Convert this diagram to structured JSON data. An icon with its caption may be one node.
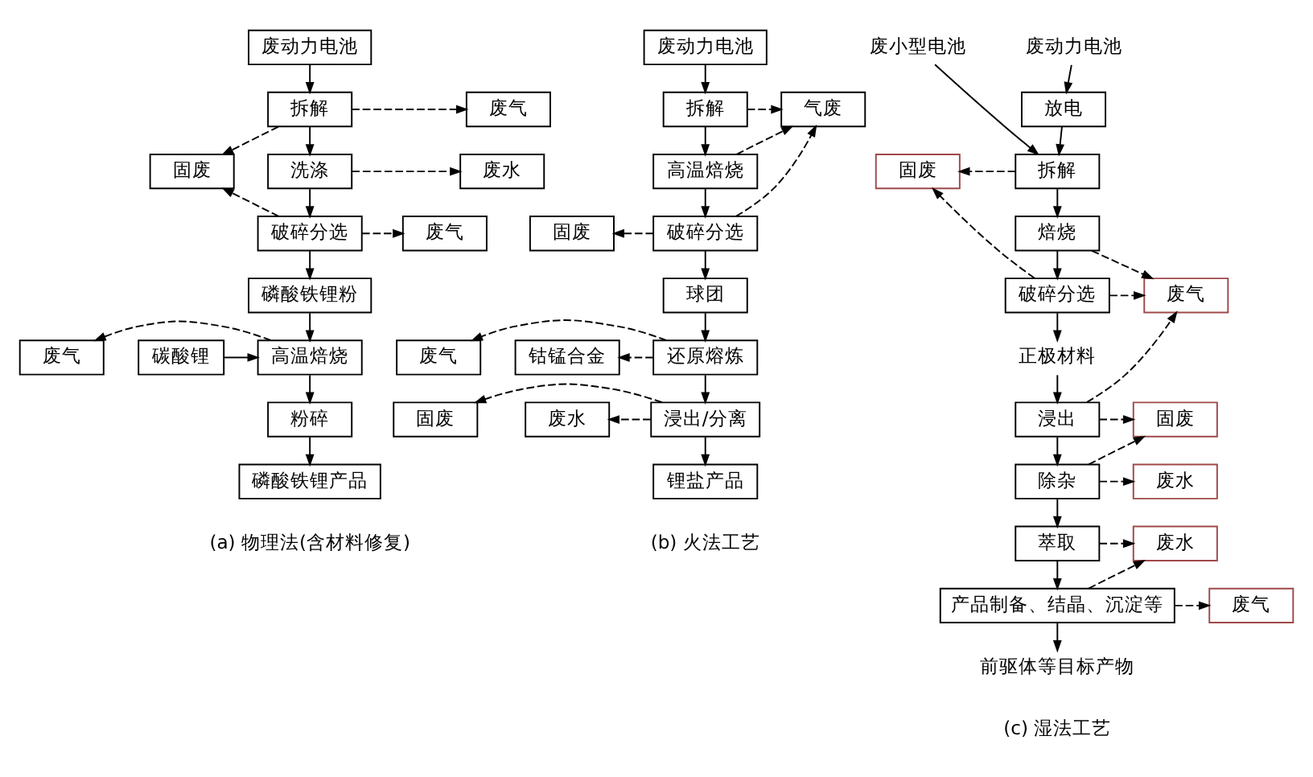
{
  "diagram": {
    "nodes": [
      {
        "text": [
          "废动力电池"
        ]
      },
      {
        "text": [
          "拆解"
        ]
      },
      {
        "text": [
          "废气"
        ]
      },
      {
        "text": [
          "固废"
        ]
      },
      {
        "text": [
          "洗涤"
        ]
      },
      {
        "text": [
          "废水"
        ]
      },
      {
        "text": [
          "破碎分选"
        ]
      },
      {
        "text": [
          "废气"
        ]
      },
      {
        "text": [
          "磷酸铁锂粉"
        ]
      },
      {
        "text": [
          "碳酸锂"
        ]
      },
      {
        "text": [
          "高温焙烧"
        ]
      },
      {
        "text": [
          "废气"
        ]
      },
      {
        "text": [
          "粉碎"
        ]
      },
      {
        "text": [
          "磷酸铁锂产品"
        ]
      },
      {
        "text": [
          "废动力电池"
        ]
      },
      {
        "text": [
          "拆解"
        ]
      },
      {
        "text": [
          "高温焙烧"
        ]
      },
      {
        "text": [
          "气废"
        ]
      },
      {
        "text": [
          "固废"
        ]
      },
      {
        "text": [
          "破碎分选"
        ]
      },
      {
        "text": [
          "球团"
        ]
      },
      {
        "text": [
          "废气"
        ]
      },
      {
        "text": [
          "还原熔炼"
        ]
      },
      {
        "text": [
          "钴锰合金"
        ]
      },
      {
        "text": [
          "固废"
        ]
      },
      {
        "text": [
          "浸出/分离"
        ]
      },
      {
        "text": [
          "废水"
        ]
      },
      {
        "text": [
          "锂盐产品"
        ]
      },
      {
        "text": [
          "废动力电池"
        ]
      },
      {
        "text": [
          "废小型电池"
        ]
      },
      {
        "text": [
          "放电"
        ]
      },
      {
        "text": [
          "固废"
        ]
      },
      {
        "text": [
          "拆解"
        ]
      },
      {
        "text": [
          "焙烧"
        ]
      },
      {
        "text": [
          "破碎分选"
        ]
      },
      {
        "text": [
          "废气"
        ]
      },
      {
        "text": [
          "正极材料"
        ]
      },
      {
        "text": [
          "固废"
        ]
      },
      {
        "text": [
          "浸出"
        ]
      },
      {
        "text": [
          "除杂"
        ]
      },
      {
        "text": [
          "废水"
        ]
      },
      {
        "text": [
          "萃取"
        ]
      },
      {
        "text": [
          "废水"
        ]
      },
      {
        "text": [
          "产品制备、结晶、沉淀等"
        ]
      },
      {
        "text": [
          "废气"
        ]
      },
      {
        "text": [
          "前驱体等目标产物"
        ]
      }
    ],
    "edges": [
      {
        "from": 0,
        "to": 1,
        "arrow": "to"
      },
      {
        "from": 1,
        "to": 2,
        "arrow": "to",
        "style": "dashed"
      },
      {
        "from": 1,
        "to": 3,
        "arrow": "to",
        "style": "dashed"
      },
      {
        "from": 1,
        "to": 4,
        "arrow": "to"
      },
      {
        "from": 4,
        "to": 5,
        "arrow": "to",
        "style": "dashed"
      },
      {
        "from": 4,
        "to": 6,
        "arrow": "to"
      },
      {
        "from": 6,
        "to": 7,
        "arrow": "to",
        "style": "dashed"
      },
      {
        "from": 6,
        "to": 3,
        "arrow": "to",
        "style": "dashed"
      },
      {
        "from": 6,
        "to": 8,
        "arrow": "to"
      },
      {
        "from": 8,
        "to": 10,
        "arrow": "to"
      },
      {
        "from": 9,
        "to": 10,
        "arrow": "to"
      },
      {
        "from": 10,
        "to": 11,
        "arrow": "to",
        "style": "dashed"
      },
      {
        "from": 10,
        "to": 12,
        "arrow": "to"
      },
      {
        "from": 12,
        "to": 13,
        "arrow": "to"
      },
      {
        "from": 14,
        "to": 15,
        "arrow": "to"
      },
      {
        "from": 15,
        "to": 17,
        "arrow": "to",
        "style": "dashed"
      },
      {
        "from": 15,
        "to": 16,
        "arrow": "to"
      },
      {
        "from": 16,
        "to": 17,
        "arrow": "to",
        "style": "dashed"
      },
      {
        "from": 16,
        "to": 19,
        "arrow": "to"
      },
      {
        "from": 19,
        "to": 18,
        "arrow": "to",
        "style": "dashed"
      },
      {
        "from": 19,
        "to": 17,
        "arrow": "to",
        "style": "dashed"
      },
      {
        "from": 19,
        "to": 20,
        "arrow": "to"
      },
      {
        "from": 20,
        "to": 22,
        "arrow": "to"
      },
      {
        "from": 22,
        "to": 21,
        "arrow": "to",
        "style": "dashed"
      },
      {
        "from": 22,
        "to": 23,
        "arrow": "to",
        "style": "dashed"
      },
      {
        "from": 22,
        "to": 25,
        "arrow": "to"
      },
      {
        "from": 25,
        "to": 24,
        "arrow": "to",
        "style": "dashed"
      },
      {
        "from": 25,
        "to": 26,
        "arrow": "to",
        "style": "dashed"
      },
      {
        "from": 25,
        "to": 27,
        "arrow": "to"
      },
      {
        "from": 28,
        "to": 30,
        "arrow": "to"
      },
      {
        "from": 30,
        "to": 32,
        "arrow": "to"
      },
      {
        "from": 29,
        "to": 32,
        "arrow": "to"
      },
      {
        "from": 32,
        "to": 31,
        "arrow": "to",
        "style": "dashed"
      },
      {
        "from": 32,
        "to": 33,
        "arrow": "to"
      },
      {
        "from": 33,
        "to": 35,
        "arrow": "to",
        "style": "dashed"
      },
      {
        "from": 33,
        "to": 34,
        "arrow": "to"
      },
      {
        "from": 34,
        "to": 35,
        "arrow": "to",
        "style": "dashed"
      },
      {
        "from": 34,
        "to": 31,
        "arrow": "to",
        "style": "dashed"
      },
      {
        "from": 34,
        "to": 36,
        "arrow": "to"
      },
      {
        "from": 36,
        "to": 38,
        "arrow": "to"
      },
      {
        "from": 38,
        "to": 37,
        "arrow": "to",
        "style": "dashed"
      },
      {
        "from": 38,
        "to": 35,
        "arrow": "to",
        "style": "dashed"
      },
      {
        "from": 38,
        "to": 39,
        "arrow": "to"
      },
      {
        "from": 39,
        "to": 37,
        "arrow": "to",
        "style": "dashed"
      },
      {
        "from": 39,
        "to": 40,
        "arrow": "to",
        "style": "dashed"
      },
      {
        "from": 39,
        "to": 41,
        "arrow": "to"
      },
      {
        "from": 41,
        "to": 42,
        "arrow": "to",
        "style": "dashed"
      },
      {
        "from": 41,
        "to": 43,
        "arrow": "to"
      },
      {
        "from": 43,
        "to": 42,
        "arrow": "to",
        "style": "dashed"
      },
      {
        "from": 43,
        "to": 44,
        "arrow": "to",
        "style": "dashed"
      },
      {
        "from": 43,
        "to": 45,
        "arrow": "to"
      }
    ],
    "labels": [
      "(a) 物理法(含材料修复)",
      "(b) 火法工艺",
      "(c) 湿法工艺"
    ]
  }
}
